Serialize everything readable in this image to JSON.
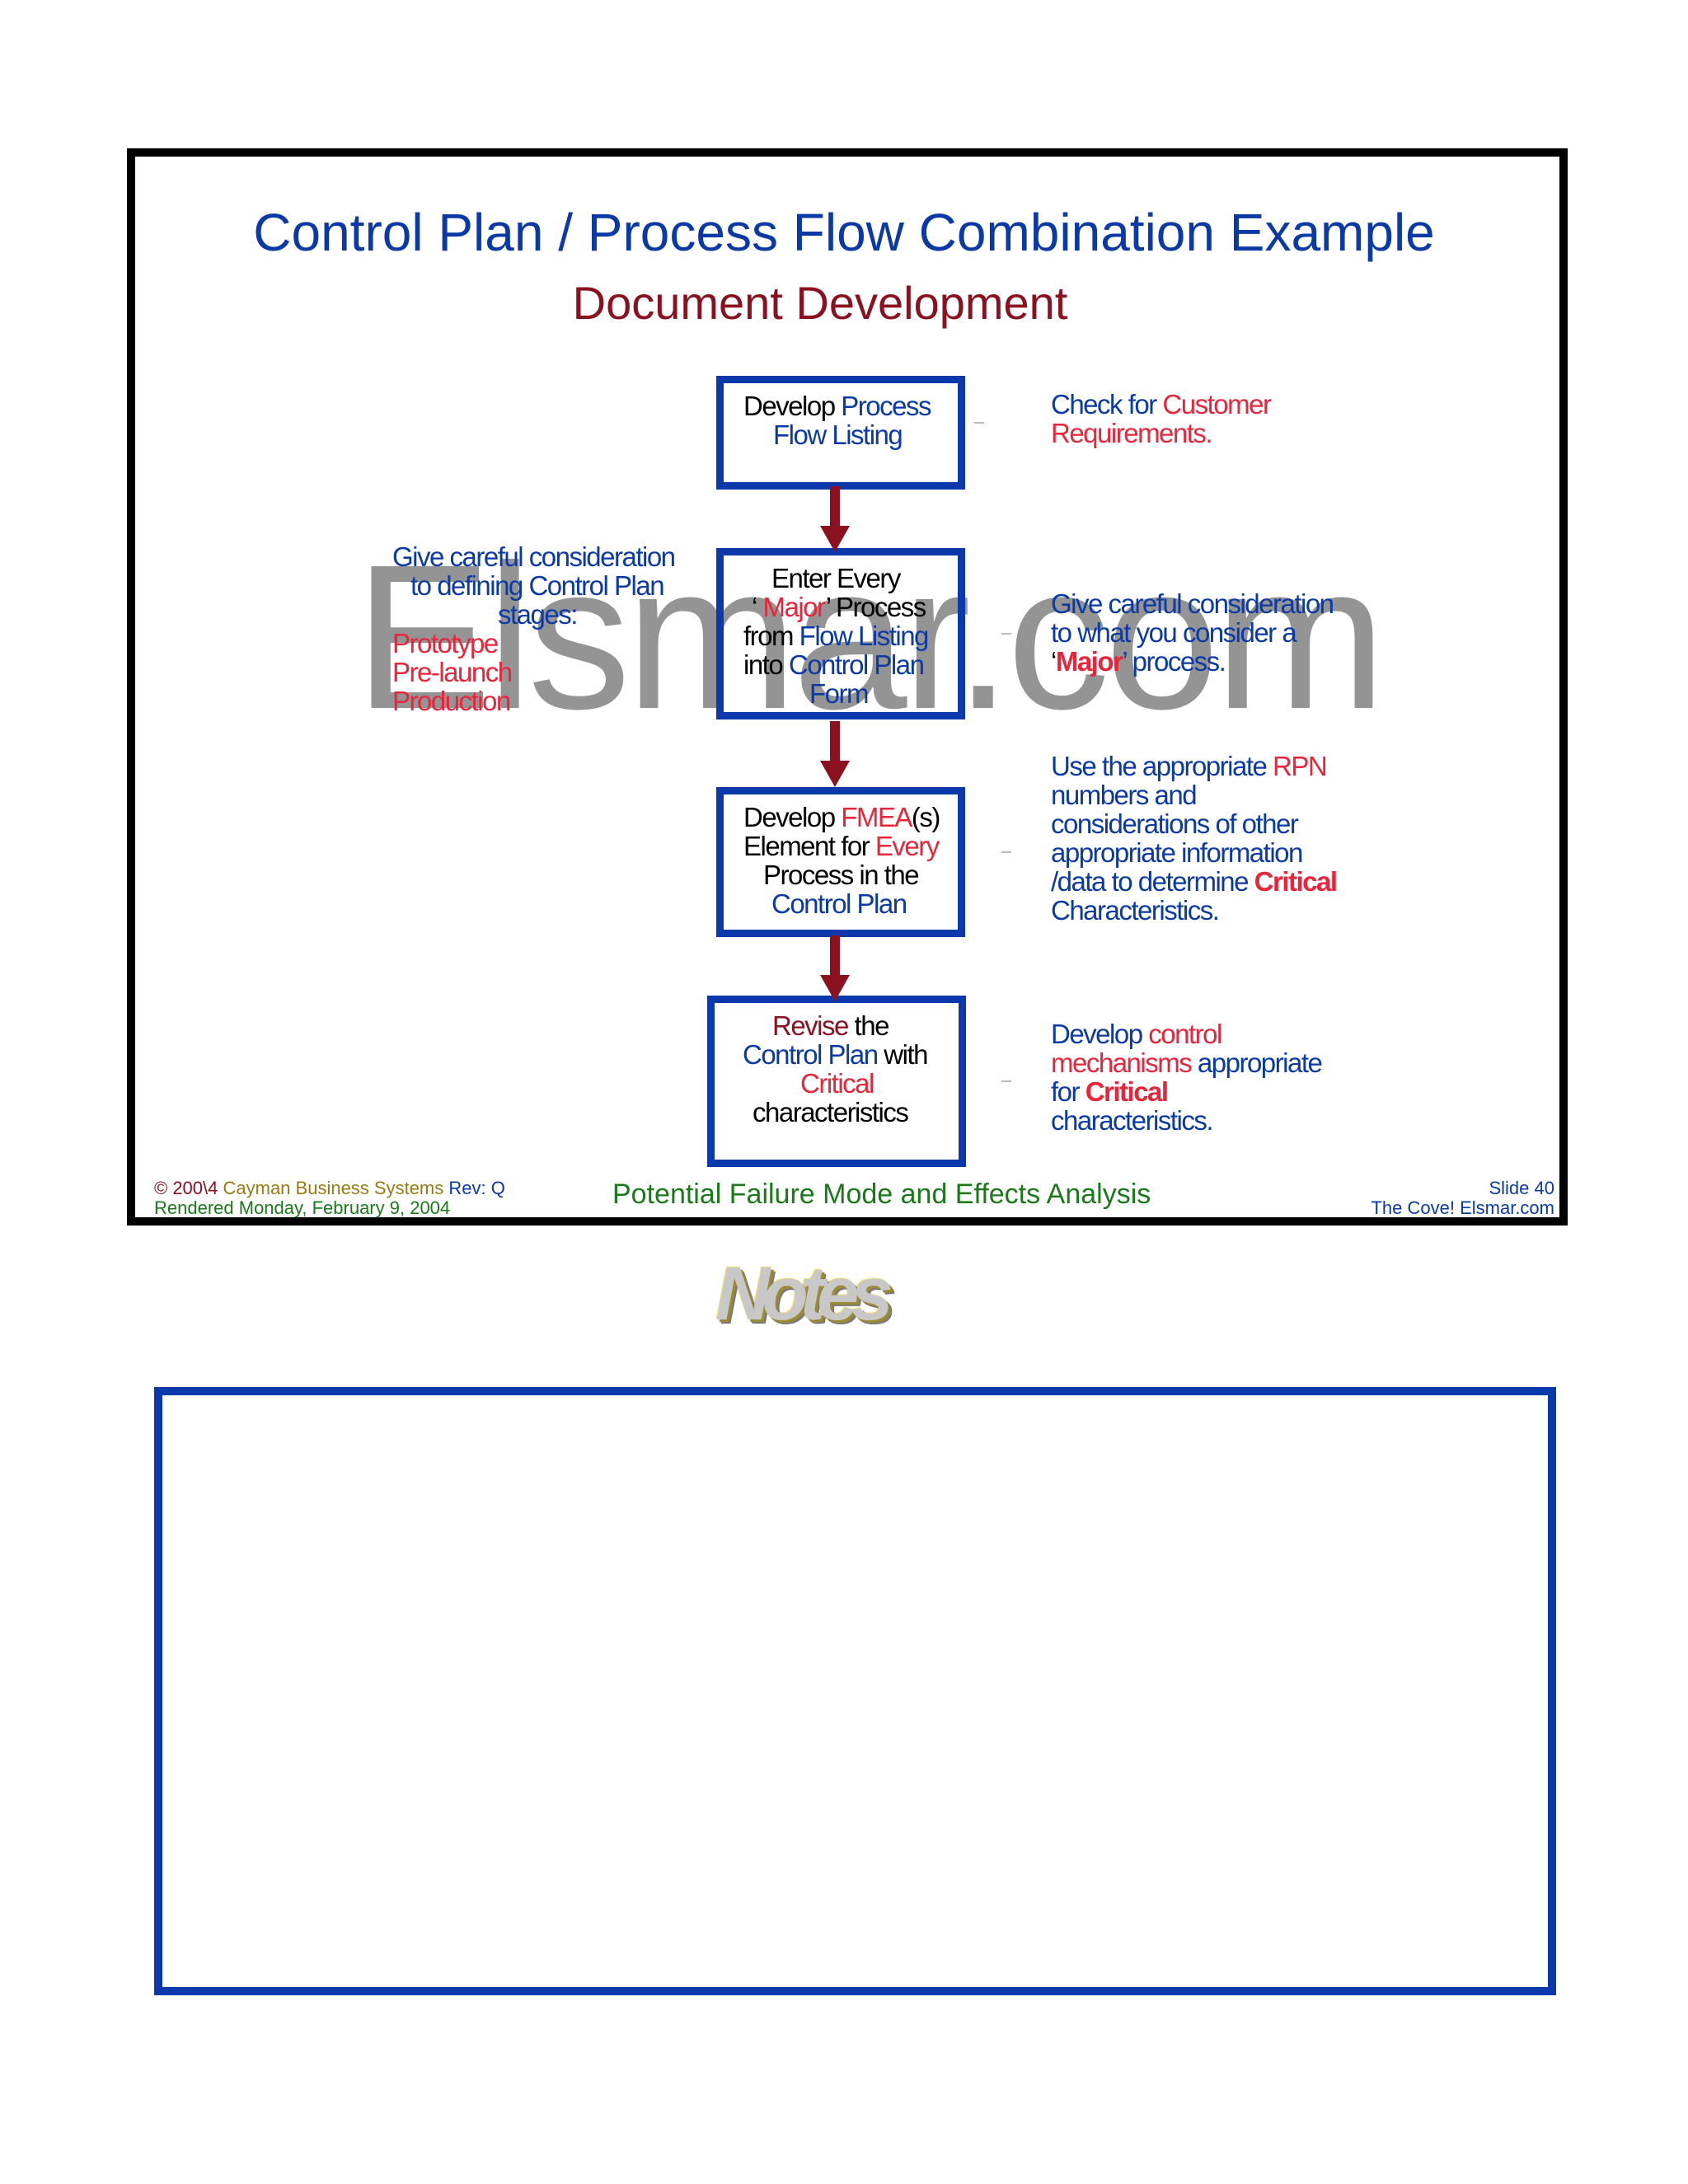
{
  "slide": {
    "title": "Control Plan / Process Flow Combination Example",
    "subtitle": "Document Development",
    "watermark": "Elsmar.com"
  },
  "flow": {
    "box1": {
      "l1a": "Develop ",
      "l1b": "Process",
      "l2": "Flow Listing"
    },
    "box2": {
      "l1": "Enter Every",
      "l2a": "‘ ",
      "l2b": "Major",
      "l2c": "’ Process",
      "l3a": "from ",
      "l3b": "Flow Listing",
      "l4a": "into ",
      "l4b": "Control Plan",
      "l5": "Form"
    },
    "box3": {
      "l1a": "Develop ",
      "l1b": "FMEA",
      "l1c": "(s)",
      "l2a": "Element for ",
      "l2b": "Every",
      "l3": "Process in the",
      "l4": "Control Plan"
    },
    "box4": {
      "l1a": "Revise",
      "l1b": "  the",
      "l2a": "Control Plan",
      "l2b": " with",
      "l3": "Critical",
      "l4": "characteristics"
    }
  },
  "left_note": {
    "l1": "Give careful consideration",
    "l2": "to defining Control Plan",
    "l3": "stages:",
    "s1": "Prototype",
    "s2": "Pre-launch",
    "s3": "Production"
  },
  "right_notes": {
    "n1": {
      "l1a": "Check for ",
      "l1b": "Customer",
      "l2": "Requirements."
    },
    "n2": {
      "l1": "Give careful consideration",
      "l2": "to what you consider a",
      "l3a": "‘",
      "l3b": "Major",
      "l3c": "’ process."
    },
    "n3": {
      "l1a": "Use the appropriate ",
      "l1b": "RPN",
      "l2": "numbers and",
      "l3": "considerations of other",
      "l4": "appropriate information",
      "l5a": "/data to determine ",
      "l5b": "Critical",
      "l6": "Characteristics."
    },
    "n4": {
      "l1a": "Develop ",
      "l1b": "control",
      "l2a": "mechanisms",
      "l2b": " appropriate",
      "l3a": "for ",
      "l3b": "Critical",
      "l4": "characteristics."
    }
  },
  "footer": {
    "copyright_a": "© 200\\4  ",
    "copyright_b": "Cayman Business Systems",
    "copyright_c": " Rev: Q",
    "rendered": "Rendered Monday, February 9, 2004",
    "center": "Potential Failure Mode and Effects Analysis",
    "slide_no": "Slide  40",
    "site": "The Cove!  Elsmar.com"
  },
  "notes_heading": "Notes",
  "colors": {
    "title_blue": "#0b3aa6",
    "subtitle_red": "#8b1020",
    "accent_red": "#e8253a",
    "arrow": "#8b1020",
    "footer_green": "#1a7a1a"
  }
}
